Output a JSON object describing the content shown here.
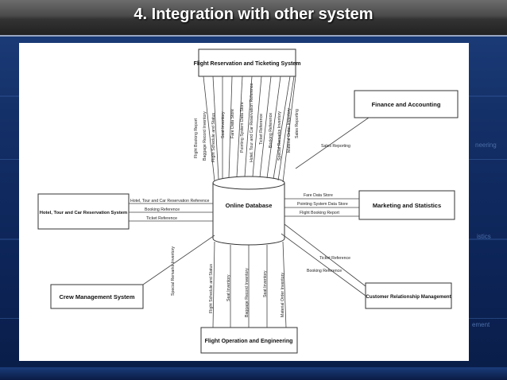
{
  "slide": {
    "title": "4. Integration with other system"
  },
  "background_fragments": [
    "neering",
    "istics",
    "ement"
  ],
  "diagram": {
    "center": "Online Database",
    "nodes": {
      "frts": "Flight Reservation and Ticketing System",
      "finance": "Finance and Accounting",
      "marketing": "Marketing and Statistics",
      "crm": "Customer Relationship Management",
      "fope": "Flight Operation and Engineering",
      "crew": "Crew Management System",
      "hotel": "Hotel, Tour and Car Reservation System"
    },
    "flows": {
      "frts": [
        "Flight Booking Report",
        "Baggage Record Inventory",
        "Flight Schedule and Status",
        "Seat Inventory",
        "Fare Data Store",
        "Pointing System Data Store",
        "Hotel, Tour and Car Reservation Reference",
        "Ticket Reference",
        "Booking Reference",
        "Special Remarks Inventory",
        "Material Order Inventory",
        "Sales Reporting"
      ],
      "finance": [
        "Sales Reporting"
      ],
      "marketing": [
        "Fare Data Store",
        "Pointing System Data Store",
        "Flight Booking Report"
      ],
      "crm": [
        "Ticket Reference",
        "Booking Reference"
      ],
      "hotel": [
        "Hotel, Tour and Car Reservation Reference",
        "Booking Reference",
        "Ticket Reference"
      ],
      "crew": [
        "Special Remarks Inventory"
      ],
      "fope": [
        "Flight Schedule and Status",
        "Seat Inventory",
        "Baggage Record Inventory",
        "Seat Inventory",
        "Material Order Inventory"
      ]
    }
  },
  "colors": {
    "title_bar": "#3a3a3a",
    "slide_background": "#0e2a5c",
    "diagram_background": "#ffffff",
    "line": "#444444"
  }
}
